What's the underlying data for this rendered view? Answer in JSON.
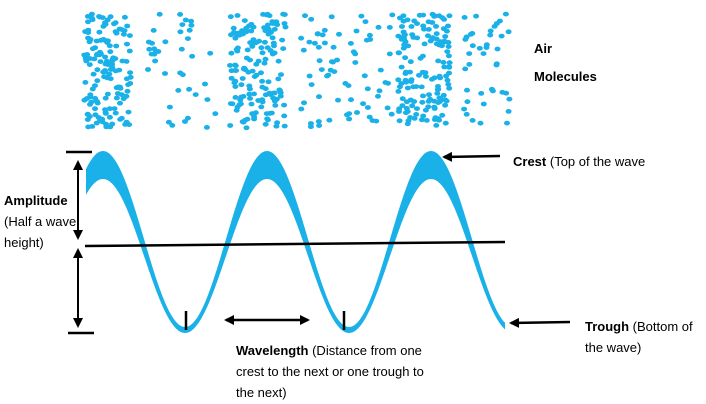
{
  "colors": {
    "wave": "#1ab0e8",
    "molecule": "#1ab0e8",
    "line": "#000000"
  },
  "labels": {
    "air": "Air",
    "molecules": "Molecules",
    "amplitude_bold": "Amplitude",
    "amplitude_rest": " (Half a wave height)",
    "crest_bold": "Crest",
    "crest_rest": " (Top of the wave",
    "trough_bold": "Trough",
    "trough_rest": " (Bottom of the wave)",
    "wavelength_bold": "Wavelength",
    "wavelength_rest": " (Distance from one crest to the next or one trough to the next)"
  }
}
